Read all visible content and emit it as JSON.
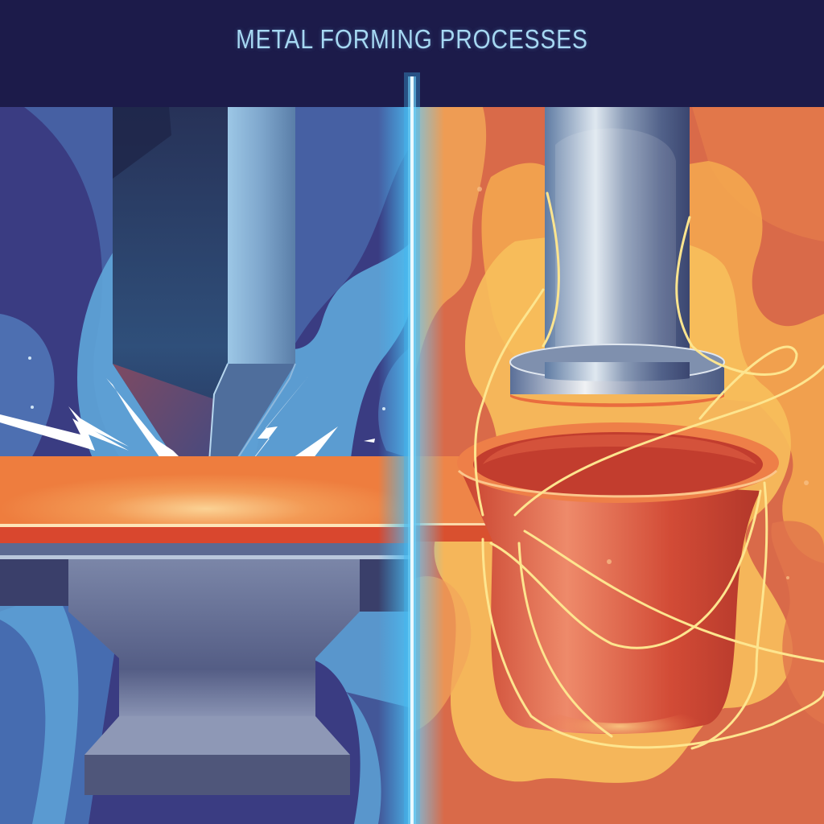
{
  "header": {
    "title": "METAL FORMING PROCESSES"
  },
  "panels": [
    {
      "name": "left-panel",
      "theme": "cold",
      "depicts": [
        "punch-tool",
        "sheet-metal",
        "anvil",
        "sparks"
      ],
      "colors": {
        "background": "#3a3c82",
        "glow": "#5ea7da",
        "sheet": "#ef8443",
        "anvil": "#5a6186"
      }
    },
    {
      "name": "right-panel",
      "theme": "hot",
      "depicts": [
        "press-ram",
        "deep-drawn-cup",
        "sheet-metal",
        "heat-waves"
      ],
      "colors": {
        "background": "#d8674a",
        "glow": "#f6b256",
        "cup": "#d9533a",
        "ram": "#7d8fb0"
      }
    }
  ],
  "divider": {
    "color": "#e8f8ff",
    "glow": "#3fb6f0"
  }
}
